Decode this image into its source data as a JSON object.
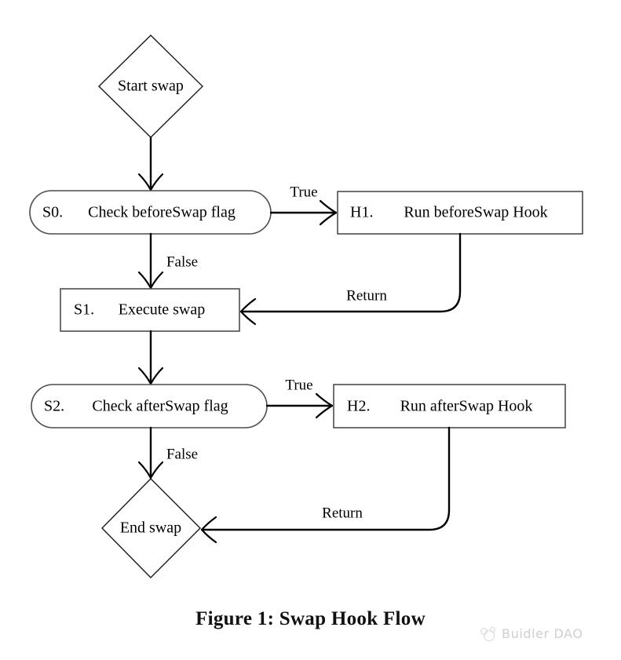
{
  "figure": {
    "caption": "Figure 1: Swap Hook Flow",
    "colors": {
      "background": "#ffffff",
      "node_stroke": "#4d4d4d",
      "diamond_stroke": "#1a1a1a",
      "edge_stroke": "#000000",
      "text": "#000000",
      "watermark": "#cfcfcf"
    }
  },
  "nodes": {
    "start": {
      "label": "Start swap",
      "shape": "diamond"
    },
    "s0": {
      "key": "S0.",
      "label": "Check beforeSwap flag",
      "shape": "stadium"
    },
    "h1": {
      "key": "H1.",
      "label": "Run beforeSwap Hook",
      "shape": "rectangle"
    },
    "s1": {
      "key": "S1.",
      "label": "Execute swap",
      "shape": "rectangle"
    },
    "s2": {
      "key": "S2.",
      "label": "Check afterSwap flag",
      "shape": "stadium"
    },
    "h2": {
      "key": "H2.",
      "label": "Run afterSwap Hook",
      "shape": "rectangle"
    },
    "end": {
      "label": "End swap",
      "shape": "diamond"
    }
  },
  "edges": {
    "start_to_s0": {
      "label": ""
    },
    "s0_to_h1": {
      "label": "True"
    },
    "s0_to_s1": {
      "label": "False"
    },
    "h1_to_s1": {
      "label": "Return"
    },
    "s1_to_s2": {
      "label": ""
    },
    "s2_to_h2": {
      "label": "True"
    },
    "s2_to_end": {
      "label": "False"
    },
    "h2_to_end": {
      "label": "Return"
    }
  },
  "watermark": {
    "text": "Buidler DAO",
    "logo": "buidler-dao-logo"
  }
}
